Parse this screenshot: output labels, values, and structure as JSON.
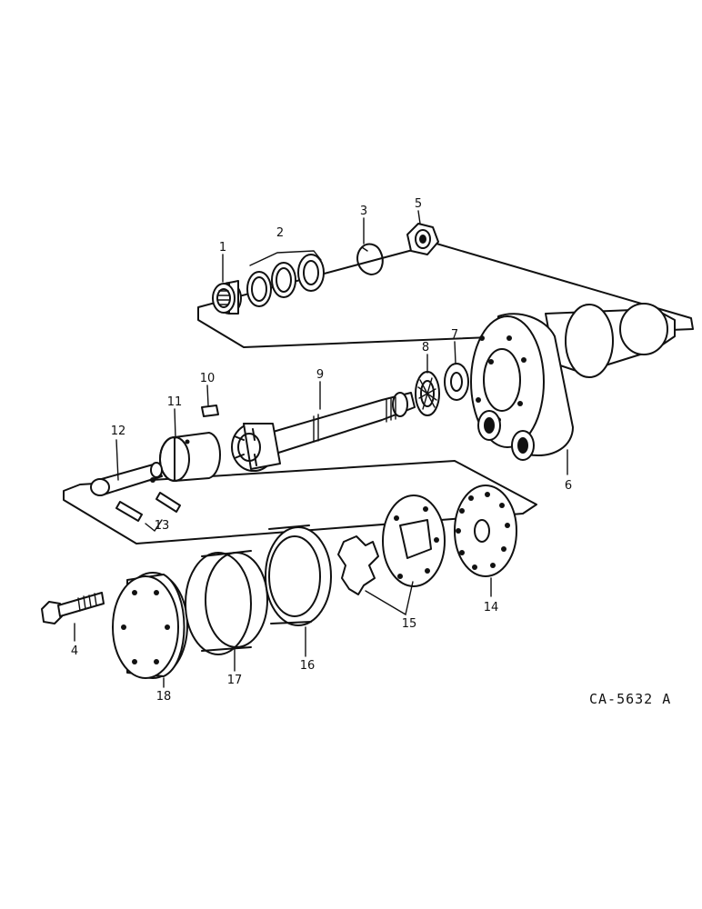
{
  "diagram": {
    "code": "CA-5632 A",
    "callouts": {
      "c1": "1",
      "c2": "2",
      "c3": "3",
      "c4": "4",
      "c5": "5",
      "c6": "6",
      "c7": "7",
      "c8": "8",
      "c9": "9",
      "c10": "10",
      "c11": "11",
      "c12": "12",
      "c13": "13",
      "c14": "14",
      "c15": "15",
      "c16": "16",
      "c17": "17",
      "c18": "18"
    }
  }
}
